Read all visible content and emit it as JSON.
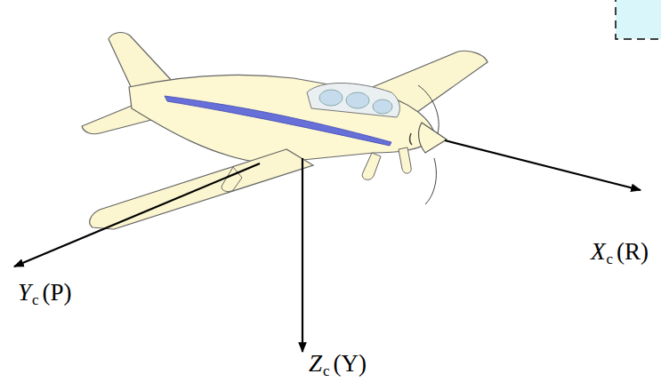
{
  "diagram": {
    "labels": [
      "X",
      "c",
      "(R)",
      "Y",
      "c",
      "(P)",
      "Z",
      "c",
      "(Y)"
    ]
  }
}
